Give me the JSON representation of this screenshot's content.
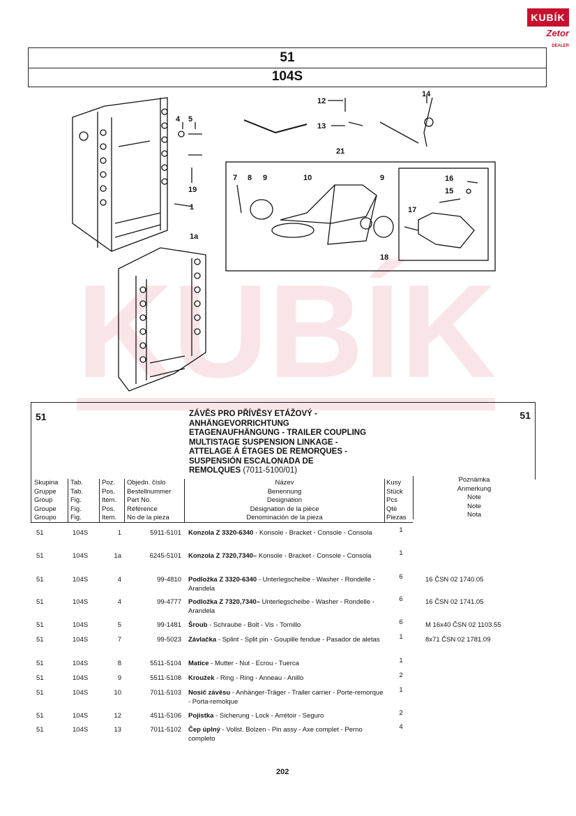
{
  "logo": {
    "brand": "KUBÍK",
    "sub": "Zetor",
    "sub2": "DEALER"
  },
  "header": {
    "group": "51",
    "figure": "104S"
  },
  "illustration": {
    "callouts": [
      "12",
      "13",
      "14",
      "4",
      "5",
      "19",
      "1",
      "1a",
      "21",
      "7",
      "8",
      "9",
      "10",
      "9",
      "16",
      "15",
      "17",
      "18"
    ]
  },
  "section": {
    "group_left": "51",
    "group_right": "51",
    "title_lines": [
      "ZÁVĚS PRO PŘÍVĚSY ETÁŽOVÝ -",
      "ANHÄNGEVORRICHTUNG",
      "ETAGENAUFHÄNGUNG - TRAILER COUPLING",
      "MULTISTAGE SUSPENSION LINKAGE -",
      "ATTELAGE Á ÉTAGES DE  REMORQUES -",
      "SUSPENSIÓN ESCALONADA DE"
    ],
    "title_last": "REMOLQUES",
    "title_code": " (7011-5100/01)"
  },
  "columns": {
    "group": [
      "Skupina",
      "Gruppe",
      "Group",
      "Groupe",
      "Groupo"
    ],
    "tab": [
      "Tab.",
      "Tab.",
      "Fig.",
      "Fig.",
      "Fig."
    ],
    "pos": [
      "Poz.",
      "Pos.",
      "Item.",
      "Pos.",
      "Item."
    ],
    "part": [
      "Objedn. číslo",
      "Bestellnummer",
      "Part No.",
      "Référence",
      "No de la pieza"
    ],
    "name": [
      "Název",
      "Benennung",
      "Designation",
      "Désignation de la pièce",
      "Denominación de la pieza"
    ],
    "qty": [
      "Kusy",
      "Stück",
      "Pcs",
      "Qté",
      "Piezas"
    ],
    "note": [
      "Poznámka",
      "Anmerkung",
      "Note",
      "Note",
      "Nota"
    ]
  },
  "rows": [
    {
      "group": "51",
      "tab": "104S",
      "pos": "1",
      "part": "5911-5101",
      "name_bold": "Konzola Z 3320-6340",
      "name_rest": " - Konsole - Bracket - Console - Consola",
      "qty": "1",
      "note": ""
    },
    {
      "group": "51",
      "tab": "104S",
      "pos": "1a",
      "part": "6245-5101",
      "name_bold": "Konzola Z 7320,7340–",
      "name_rest": " Konsole - Bracket - Console - Consola",
      "qty": "1",
      "note": ""
    },
    {
      "group": "51",
      "tab": "104S",
      "pos": "4",
      "part": "99-4810",
      "name_bold": "Podložka Z 3320-6340",
      "name_rest": " - Unterlegscheibe - Washer - Rondelle - Arandela",
      "qty": "6",
      "note": "16 ČSN 02 1740.05"
    },
    {
      "group": "51",
      "tab": "104S",
      "pos": "4",
      "part": "99-4777",
      "name_bold": "Podložka Z 7320,7340–",
      "name_rest": " Unterlegscheibe - Washer - Rondelle - Arandela",
      "qty": "6",
      "note": "16 ČSN 02 1741.05"
    },
    {
      "group": "51",
      "tab": "104S",
      "pos": "5",
      "part": "99-1481",
      "name_bold": "Šroub",
      "name_rest": " - Schraube - Bolt - Vis - Tornillo",
      "qty": "6",
      "note": "M 16x40 ČSN 02 1103.55"
    },
    {
      "group": "51",
      "tab": "104S",
      "pos": "7",
      "part": "99-5023",
      "name_bold": "Závlačka",
      "name_rest": " - Splint - Split pin - Goupille fendue - Pasador de aletas",
      "qty": "1",
      "note": "8x71 ČSN 02 1781.09"
    },
    {
      "group": "51",
      "tab": "104S",
      "pos": "8",
      "part": "5511-5104",
      "name_bold": "Matice",
      "name_rest": "  - Mutter - Nut - Ecrou - Tuerca",
      "qty": "1",
      "note": ""
    },
    {
      "group": "51",
      "tab": "104S",
      "pos": "9",
      "part": "5511-5108",
      "name_bold": "Kroužek",
      "name_rest": " - Ring - Ring - Anneau - Anillo",
      "qty": "2",
      "note": ""
    },
    {
      "group": "51",
      "tab": "104S",
      "pos": "10",
      "part": "7011-5103",
      "name_bold": "Nosič závěsu",
      "name_rest": "  - Anhänger-Träger - Trailer carrier - Porte-remorque - Porta-remolque",
      "qty": "1",
      "note": ""
    },
    {
      "group": "51",
      "tab": "104S",
      "pos": "12",
      "part": "4511-5106",
      "name_bold": "Pojistka",
      "name_rest": " - Sicherung - Lock - Arrétoir - Seguro",
      "qty": "2",
      "note": ""
    },
    {
      "group": "51",
      "tab": "104S",
      "pos": "13",
      "part": "7011-5102",
      "name_bold": "Čep úplný",
      "name_rest": "  - Vollst. Bolzen - Pin assy - Axe complet - Perno completo",
      "qty": "4",
      "note": ""
    }
  ],
  "page_number": "202",
  "colors": {
    "brand_red": "#c8102e"
  }
}
